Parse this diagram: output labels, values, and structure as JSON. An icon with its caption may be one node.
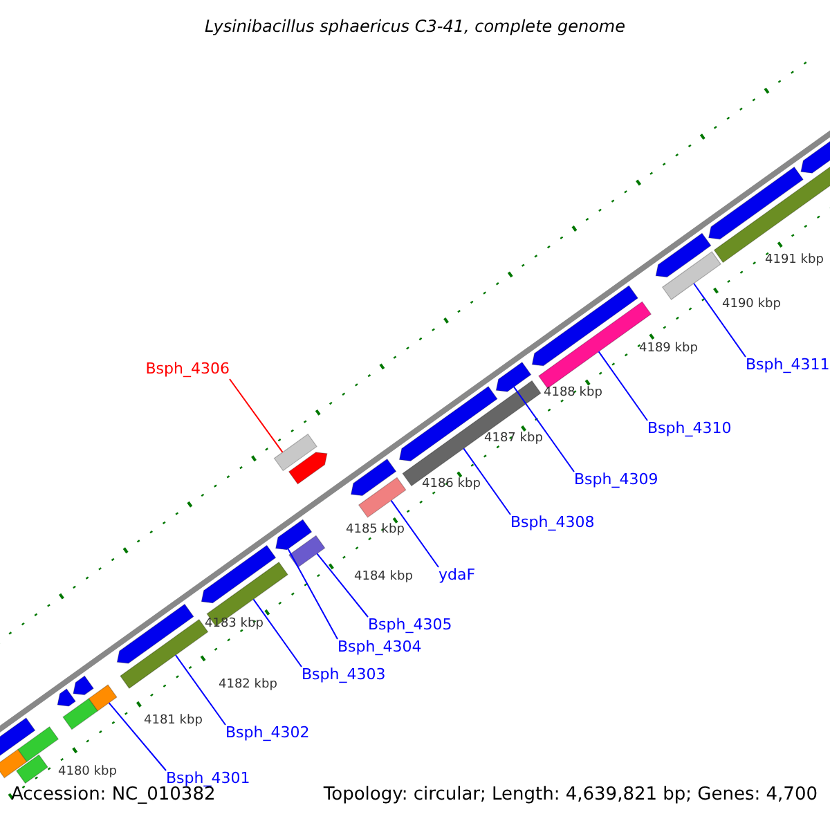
{
  "diagram": {
    "title": "Lysinibacillus sphaericus C3-41, complete genome",
    "nodes": [
      {
        "text": [
          "Bsph_4306"
        ]
      },
      {
        "text": [
          "Bsph_4301"
        ]
      },
      {
        "text": [
          "Bsph_4302"
        ]
      },
      {
        "text": [
          "Bsph_4303"
        ]
      },
      {
        "text": [
          "Bsph_4304"
        ]
      },
      {
        "text": [
          "Bsph_4305"
        ]
      },
      {
        "text": [
          "ydaF"
        ]
      },
      {
        "text": [
          "Bsph_4308"
        ]
      },
      {
        "text": [
          "Bsph_4309"
        ]
      },
      {
        "text": [
          "Bsph_4310"
        ]
      },
      {
        "text": [
          "Bsph_4311"
        ]
      },
      {
        "text": [],
        "shape": "bar"
      },
      {
        "text": [],
        "shape": "bar"
      },
      {
        "text": [],
        "shape": "bar"
      },
      {
        "text": [],
        "shape": "bar"
      },
      {
        "text": [],
        "shape": "bar"
      },
      {
        "text": [],
        "shape": "bar"
      },
      {
        "text": [],
        "shape": "bar"
      },
      {
        "text": [],
        "shape": "bar"
      },
      {
        "text": [],
        "shape": "bar"
      },
      {
        "text": [],
        "shape": "bar"
      },
      {
        "text": [],
        "shape": "bar"
      },
      {
        "text": [],
        "shape": "bar"
      },
      {
        "text": [],
        "shape": "bar"
      },
      {
        "text": [],
        "shape": "bar"
      },
      {
        "text": [],
        "shape": "bar"
      },
      {
        "text": [],
        "shape": "bar"
      },
      {
        "text": [],
        "shape": "bar"
      },
      {
        "text": [],
        "shape": "bar"
      },
      {
        "text": [],
        "shape": "bar"
      },
      {
        "text": [],
        "shape": "bar"
      },
      {
        "text": [],
        "shape": "bar"
      },
      {
        "text": [],
        "shape": "bar"
      },
      {
        "text": [],
        "shape": "bar"
      },
      {
        "text": [],
        "shape": "bar"
      },
      {
        "text": [],
        "shape": "bar"
      },
      {
        "text": [],
        "shape": "bar"
      },
      {
        "text": [],
        "shape": "bar"
      },
      {
        "text": [],
        "shape": "bar"
      }
    ],
    "edges": [
      {
        "from": 0,
        "to": 37,
        "arrow": "none",
        "color": "#ff0000"
      },
      {
        "from": 1,
        "to": 28,
        "arrow": "none"
      },
      {
        "from": 2,
        "to": 29,
        "arrow": "none"
      },
      {
        "from": 3,
        "to": 30,
        "arrow": "none"
      },
      {
        "from": 4,
        "to": 16,
        "arrow": "none"
      },
      {
        "from": 5,
        "to": 31,
        "arrow": "none"
      },
      {
        "from": 6,
        "to": 32,
        "arrow": "none"
      },
      {
        "from": 7,
        "to": 33,
        "arrow": "none"
      },
      {
        "from": 8,
        "to": 19,
        "arrow": "none"
      },
      {
        "from": 9,
        "to": 34,
        "arrow": "none"
      },
      {
        "from": 10,
        "to": 35,
        "arrow": "none"
      }
    ],
    "labels": [
      "4180 kbp",
      "4181 kbp",
      "4182 kbp",
      "4183 kbp",
      "4184 kbp",
      "4185 kbp",
      "4186 kbp",
      "4187 kbp",
      "4188 kbp",
      "4189 kbp",
      "4190 kbp",
      "4191 kbp",
      "Accession: NC_010382",
      "Topology: circular; Length: 4,639,821 bp; Genes: 4,700"
    ]
  }
}
